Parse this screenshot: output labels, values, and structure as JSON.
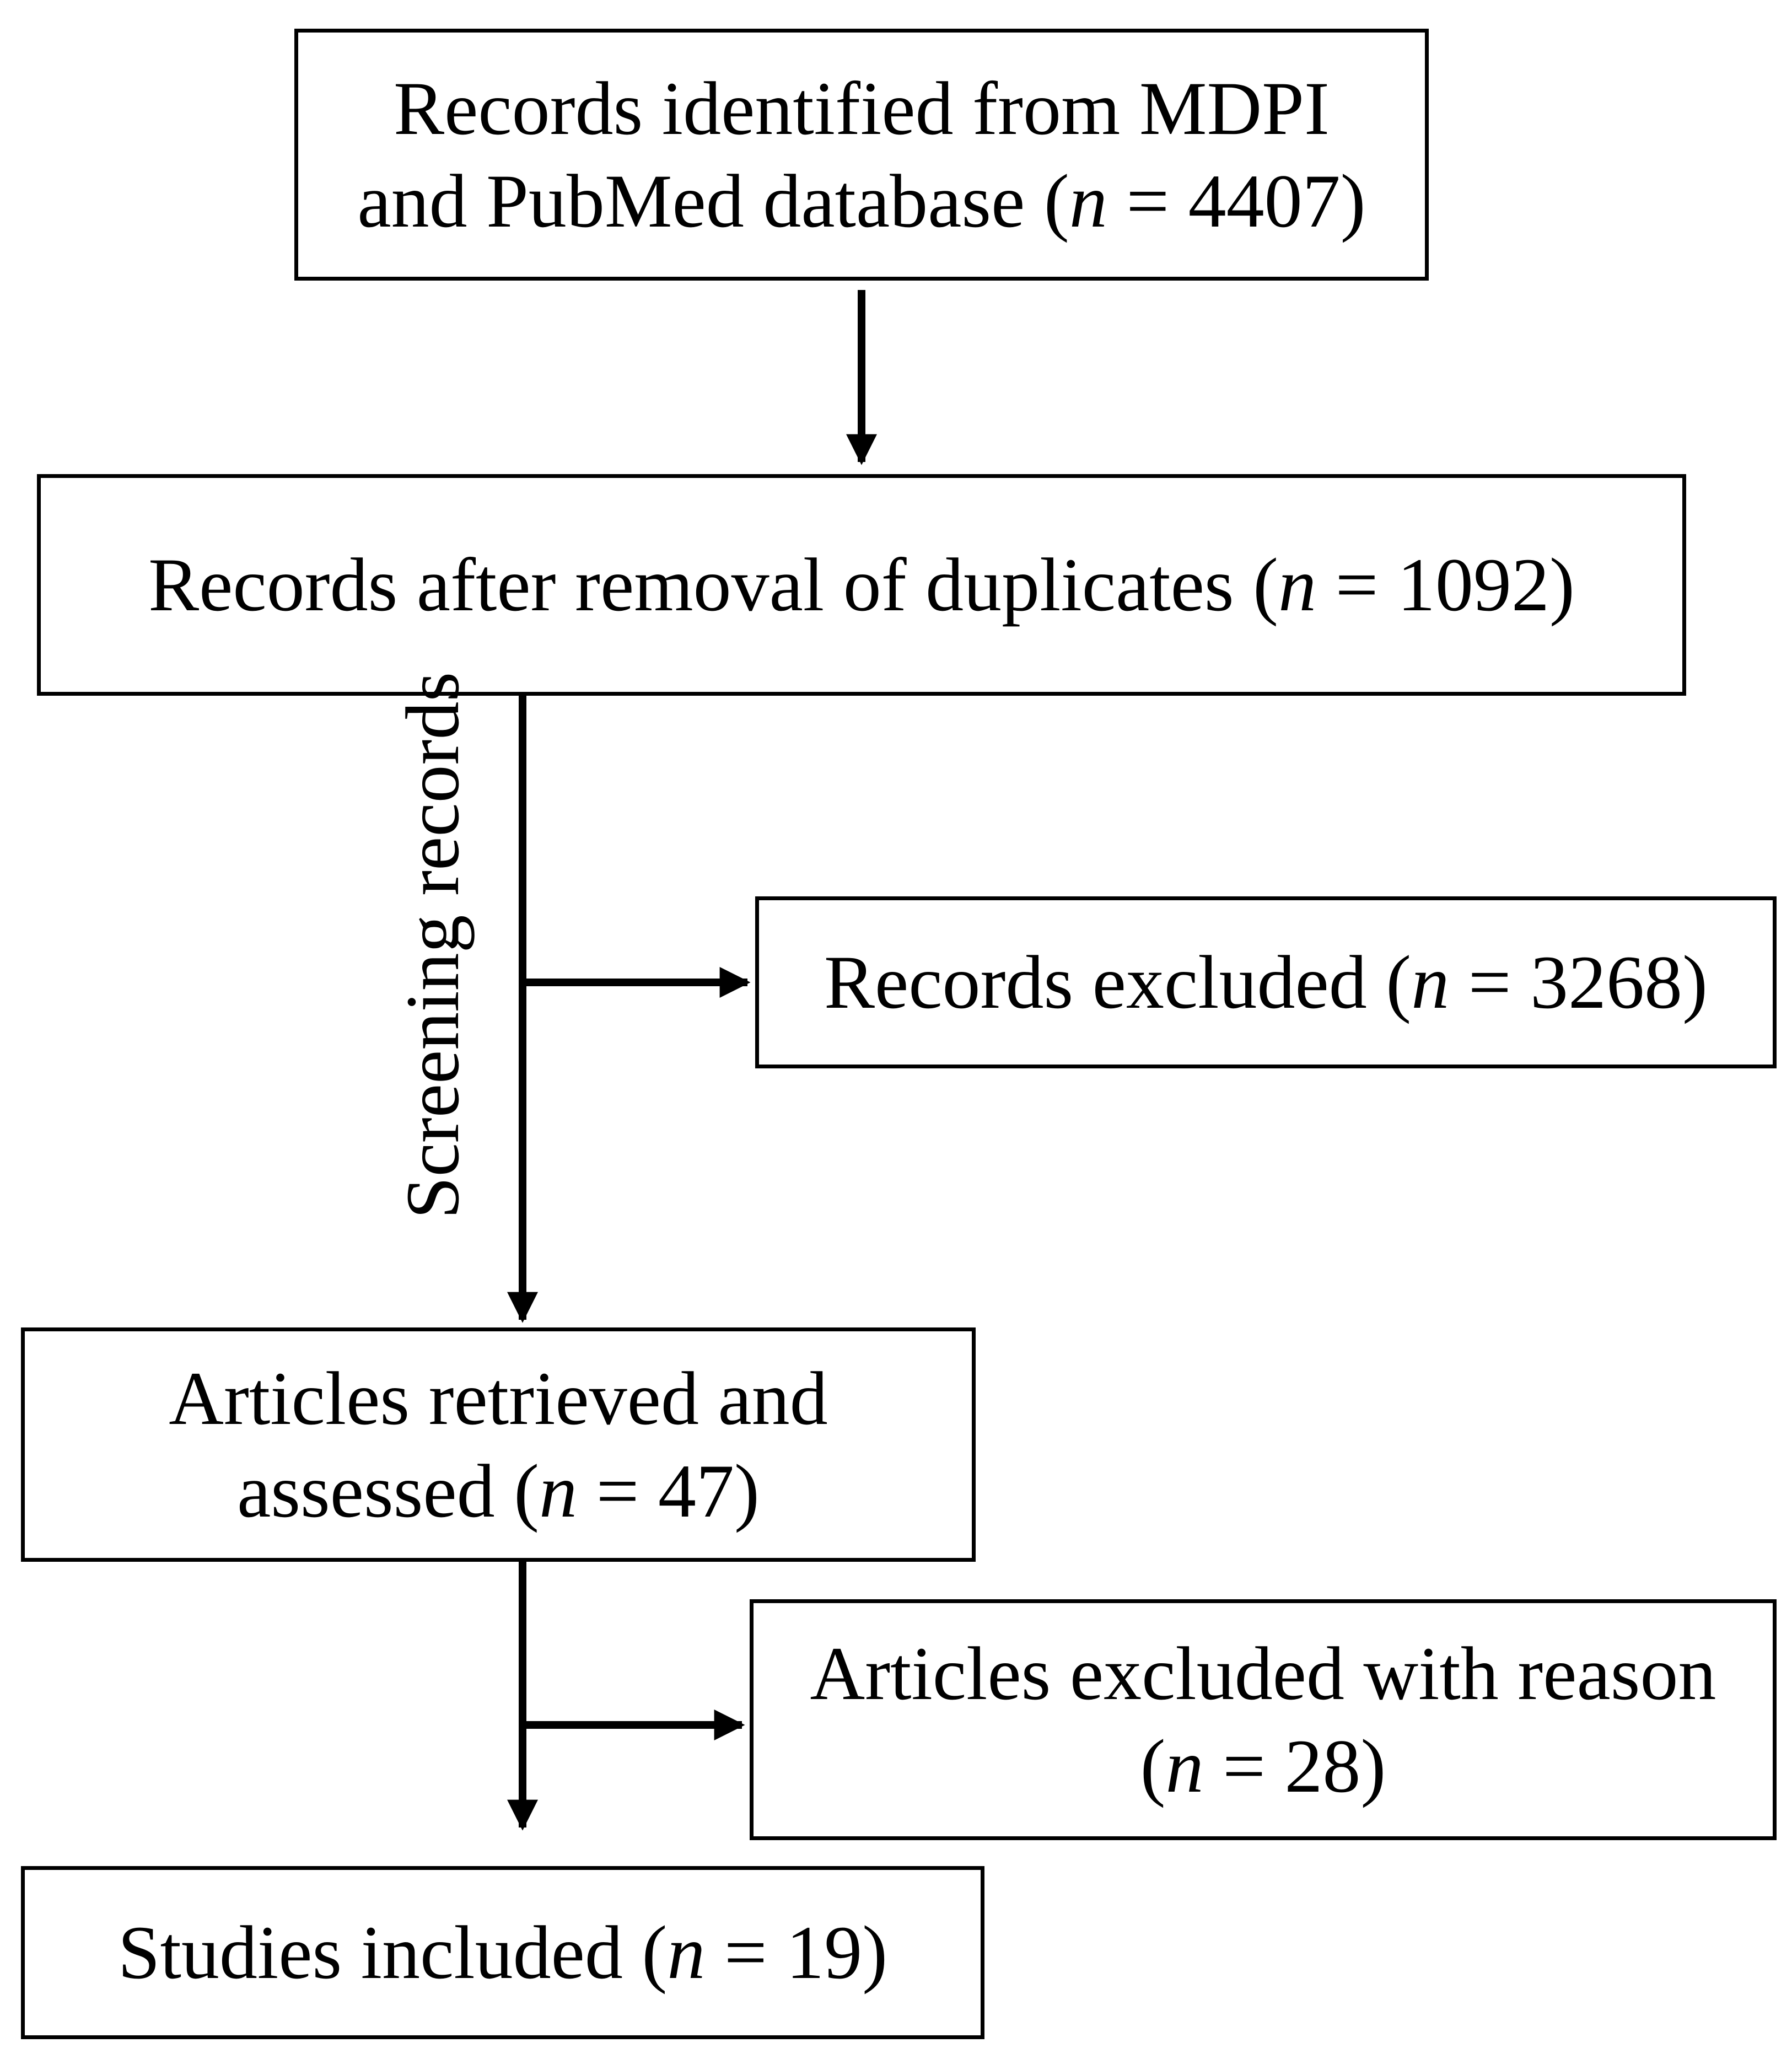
{
  "diagram": {
    "boxes": {
      "identified": {
        "line1": "Records identified from MDPI",
        "line2_prefix": "and PubMed database (",
        "n_symbol": "n",
        "line2_suffix": " = 4407)"
      },
      "after_duplicates": {
        "prefix": "Records after removal of duplicates (",
        "n_symbol": "n",
        "suffix": " = 1092)"
      },
      "records_excluded": {
        "prefix": "Records excluded (",
        "n_symbol": "n",
        "suffix": " = 3268)"
      },
      "articles_retrieved": {
        "line1": "Articles retrieved and",
        "line2_prefix": "assessed (",
        "n_symbol": "n",
        "line2_suffix": " = 47)"
      },
      "articles_excluded": {
        "line1": "Articles excluded with reason",
        "line2_prefix": "(",
        "n_symbol": "n",
        "line2_suffix": " = 28)"
      },
      "studies_included": {
        "prefix": "Studies included (",
        "n_symbol": "n",
        "suffix": " = 19)"
      }
    },
    "side_label": "Screening records",
    "colors": {
      "stroke": "#000000",
      "background": "#ffffff"
    }
  }
}
